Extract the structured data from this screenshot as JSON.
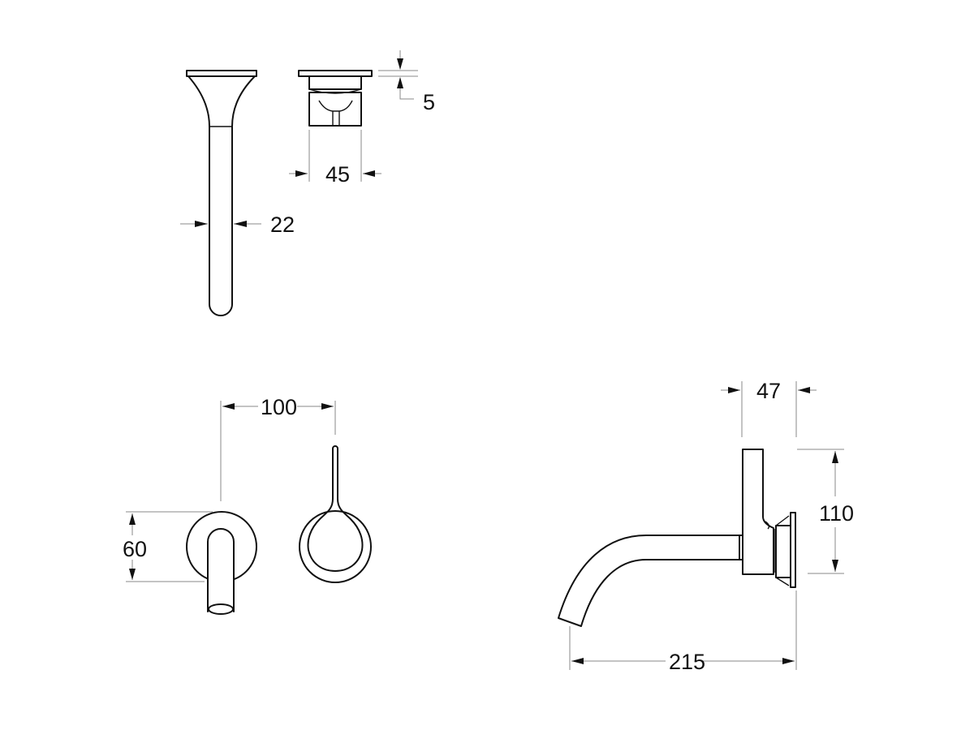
{
  "drawing": {
    "type": "technical-dimension-drawing",
    "subject": "wall-mounted basin mixer with spout",
    "units": "mm",
    "line_color": "#111111",
    "dimension_line_color": "#8a8a8a",
    "background": "#ffffff"
  },
  "views": {
    "spout_top": {
      "dimensions": {
        "diameter": "22"
      }
    },
    "handle_side": {
      "dimensions": {
        "width": "45",
        "plate_thickness": "5"
      }
    },
    "front": {
      "dimensions": {
        "centres": "100",
        "plate_diameter": "60"
      }
    },
    "side": {
      "dimensions": {
        "body_depth": "47",
        "body_height": "110",
        "spout_projection": "215"
      }
    }
  }
}
